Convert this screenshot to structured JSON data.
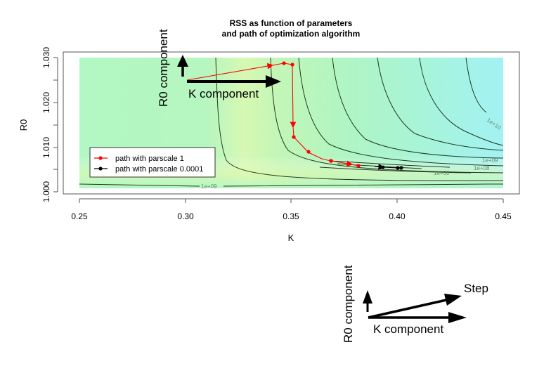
{
  "chart_data": {
    "type": "contour",
    "title": "RSS as function of parameters\nand path of optimization algorithm",
    "title_lines": [
      "RSS as function of parameters",
      "and path of optimization algorithm"
    ],
    "xlabel": "K",
    "ylabel": "R0",
    "xlim": [
      0.25,
      0.45
    ],
    "ylim": [
      1.0,
      1.03
    ],
    "x_ticks": [
      "0.25",
      "0.30",
      "0.35",
      "0.40",
      "0.45"
    ],
    "y_ticks": [
      "1.000",
      "1.010",
      "1.020",
      "1.030"
    ],
    "grid": false,
    "legend_position": "bottom-left inside",
    "contour_labels": [
      "1e+10",
      "1e+09",
      "1e+08",
      "1e+08",
      "1e+09"
    ],
    "fill_colors": {
      "low": "#dcf7b0",
      "mid": "#b3f7c6",
      "high": "#a6f4f6"
    },
    "series": [
      {
        "name": "path with parscale 1",
        "color": "#ff0000",
        "points": [
          {
            "K": 0.3,
            "R0": 1.025
          },
          {
            "K": 0.347,
            "R0": 1.0287
          },
          {
            "K": 0.351,
            "R0": 1.0284
          },
          {
            "K": 0.351,
            "R0": 1.0121
          },
          {
            "K": 0.358,
            "R0": 1.0088
          },
          {
            "K": 0.369,
            "R0": 1.007
          },
          {
            "K": 0.382,
            "R0": 1.0059
          }
        ]
      },
      {
        "name": "path with parscale 0.0001",
        "color": "#000000",
        "points": [
          {
            "K": 0.39,
            "R0": 1.0056
          },
          {
            "K": 0.393,
            "R0": 1.0056
          },
          {
            "K": 0.4,
            "R0": 1.0053
          },
          {
            "K": 0.402,
            "R0": 1.0053
          }
        ]
      }
    ],
    "annotations": [
      "R0 component",
      "K component",
      "Step"
    ]
  },
  "legend": {
    "items": [
      {
        "label": "path with parscale 1",
        "color": "#ff0000"
      },
      {
        "label": "path with parscale 0.0001",
        "color": "#000000"
      }
    ]
  },
  "overlay_top": {
    "r0_label": "R0 component",
    "k_label": "K component"
  },
  "overlay_bottom": {
    "r0_label": "R0 component",
    "k_label": "K component",
    "step_label": "Step"
  }
}
